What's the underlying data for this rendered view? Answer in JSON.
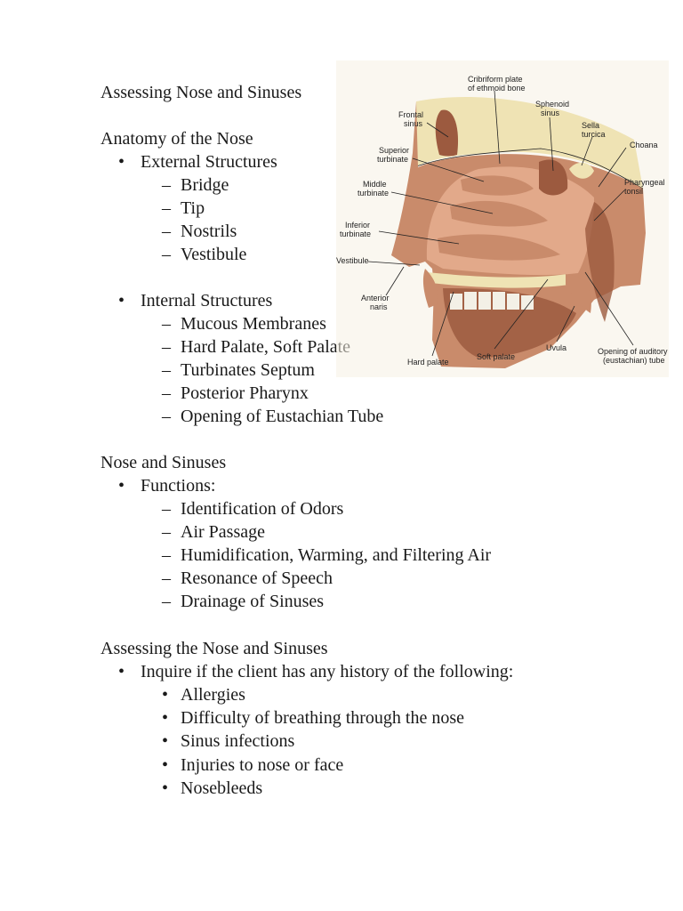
{
  "title": "Assessing Nose and Sinuses",
  "anatomy": {
    "heading": "Anatomy of the Nose",
    "external": {
      "label": "External Structures",
      "items": [
        "Bridge",
        "Tip",
        "Nostrils",
        "Vestibule"
      ]
    },
    "internal": {
      "label": "Internal Structures",
      "items": [
        "Mucous Membranes",
        "Hard Palate, Soft Palate",
        "Turbinates Septum",
        "Posterior Pharynx",
        "Opening of Eustachian Tube"
      ]
    }
  },
  "functions_section": {
    "heading": "Nose and Sinuses",
    "label": "Functions:",
    "items": [
      "Identification of Odors",
      "Air Passage",
      "Humidification, Warming, and Filtering Air",
      "Resonance of Speech",
      "Drainage of Sinuses"
    ]
  },
  "assessing_section": {
    "heading": "Assessing the Nose and Sinuses",
    "label": "Inquire if the client has any history of the following:",
    "items": [
      "Allergies",
      "Difficulty of breathing through the nose",
      "Sinus infections",
      "Injuries to nose or face",
      "Nosebleeds"
    ]
  },
  "markers": {
    "bullet": "•",
    "dash": "–"
  },
  "figure": {
    "labels": {
      "cribriform_1": "Cribriform plate",
      "cribriform_2": "of ethmoid bone",
      "frontal_1": "Frontal",
      "frontal_2": "sinus",
      "sphenoid_1": "Sphenoid",
      "sphenoid_2": "sinus",
      "sella_1": "Sella",
      "sella_2": "turcica",
      "choana": "Choana",
      "superior_1": "Superior",
      "superior_2": "turbinate",
      "middle_1": "Middle",
      "middle_2": "turbinate",
      "pharyngeal_1": "Pharyngeal",
      "pharyngeal_2": "tonsil",
      "inferior_1": "Inferior",
      "inferior_2": "turbinate",
      "vestibule": "Vestibule",
      "anterior_1": "Anterior",
      "anterior_2": "naris",
      "hard_palate": "Hard palate",
      "soft_palate": "Soft palate",
      "uvula": "Uvula",
      "opening_1": "Opening of auditory",
      "opening_2": "(eustachian) tube"
    },
    "colors": {
      "tissue": "#c98b6b",
      "tissue_dark": "#9c5a3f",
      "mucosa": "#e2a98a",
      "bone": "#efe3b4",
      "bone_edge": "#c8b46a",
      "background": "#f6f1e4",
      "teeth": "#f3f0e6"
    }
  }
}
